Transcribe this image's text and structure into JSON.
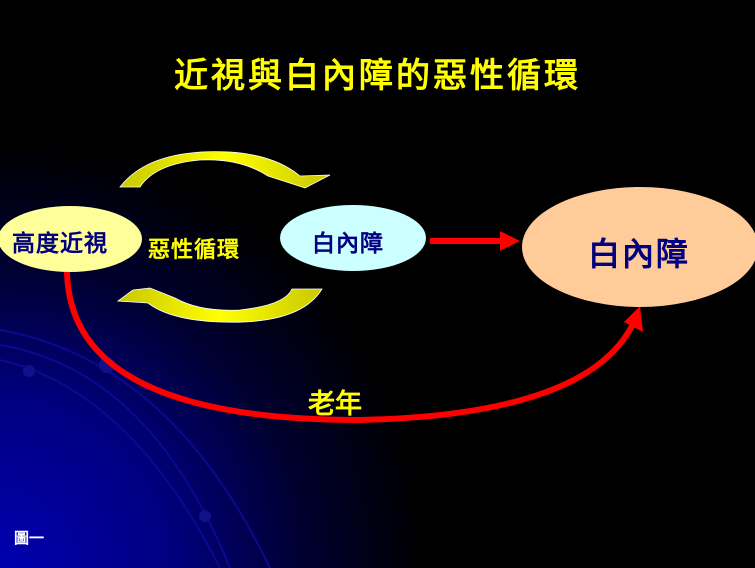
{
  "title": "近視與白內障的惡性循環",
  "nodes": {
    "high_myopia": "高度近視",
    "cataract_small": "白內障",
    "cataract_big": "白內障"
  },
  "cycle_label": "惡性循環",
  "age_label": "老年",
  "figure_label": "圖一",
  "colors": {
    "title": "#ffff00",
    "node_text": "#000080",
    "arrow_red": "#ff0000",
    "arrow_yellow": "#ffff00",
    "myopia_fill": "#ffff99",
    "cataract_small_fill": "#ccffff",
    "cataract_big_fill": "#ffcc99"
  }
}
